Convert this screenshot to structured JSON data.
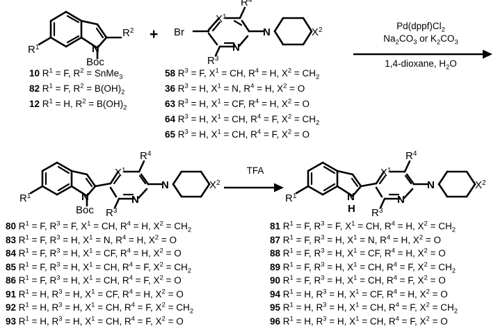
{
  "scheme": {
    "operator_plus": "+",
    "reagents_top": [
      "Pd(dppf)Cl",
      "2"
    ],
    "conditions": {
      "line1_a": "Pd(dppf)Cl",
      "line1_sub": "2",
      "line2": "Na2CO3 or K2CO3",
      "line3": "1,4-dioxane, H2O",
      "tfa": "TFA"
    }
  },
  "structures": {
    "indole_boc": {
      "label_r1": "R",
      "label_r1_sup": "1",
      "label_r2": "R",
      "label_r2_sup": "2",
      "label_n": "N",
      "label_boc": "Boc"
    },
    "bromo_heteroaryl": {
      "label_br": "Br",
      "label_x1": "X",
      "label_x1_sup": "1",
      "label_r3": "R",
      "label_r3_sup": "3",
      "label_r4": "R",
      "label_r4_sup": "4",
      "label_n_ring": "N",
      "label_n_amine": "N",
      "label_x2": "X",
      "label_x2_sup": "2"
    },
    "coupled_boc": {
      "label_r1": "R",
      "label_r1_sup": "1",
      "label_n": "N",
      "label_boc": "Boc",
      "label_x1": "X",
      "label_x1_sup": "1",
      "label_r3": "R",
      "label_r3_sup": "3",
      "label_r4": "R",
      "label_r4_sup": "4",
      "label_n_ring": "N",
      "label_n_amine": "N",
      "label_x2": "X",
      "label_x2_sup": "2"
    },
    "product_nh": {
      "label_r1": "R",
      "label_r1_sup": "1",
      "label_n": "N",
      "label_h": "H",
      "label_x1": "X",
      "label_x1_sup": "1",
      "label_r3": "R",
      "label_r3_sup": "3",
      "label_r4": "R",
      "label_r4_sup": "4",
      "label_n_ring": "N",
      "label_n_amine": "N",
      "label_x2": "X",
      "label_x2_sup": "2"
    }
  },
  "lists": {
    "indole_reagents": [
      {
        "id": "10",
        "text": "R<sup>1</sup> = F, R<sup>2</sup> = SnMe<sub>3</sub>"
      },
      {
        "id": "82",
        "text": "R<sup>1</sup> = F, R<sup>2</sup> = B(OH)<sub>2</sub>"
      },
      {
        "id": "12",
        "text": "R<sup>1</sup> = H, R<sup>2</sup> = B(OH)<sub>2</sub>"
      }
    ],
    "halide_reagents": [
      {
        "id": "58",
        "text": "R<sup>3</sup> = F, X<sup>1</sup> = CH, R<sup>4</sup> = H, X<sup>2</sup> = CH<sub>2</sub>"
      },
      {
        "id": "36",
        "text": "R<sup>3</sup> = H, X<sup>1</sup> = N, R<sup>4</sup> = H, X<sup>2</sup> = O"
      },
      {
        "id": "63",
        "text": "R<sup>3</sup> = H, X<sup>1</sup> = CF, R<sup>4</sup> = H, X<sup>2</sup> = O"
      },
      {
        "id": "64",
        "text": "R<sup>3</sup> = H, X<sup>1</sup> = CH, R<sup>4</sup> = F, X<sup>2</sup> = CH<sub>2</sub>"
      },
      {
        "id": "65",
        "text": "R<sup>3</sup> = H, X<sup>1</sup> = CH, R<sup>4</sup> = F, X<sup>2</sup> = O"
      }
    ],
    "boc_intermediates": [
      {
        "id": "80",
        "text": "R<sup>1</sup> = F, R<sup>3</sup> = F, X<sup>1</sup> = CH, R<sup>4</sup> = H, X<sup>2</sup> = CH<sub>2</sub>"
      },
      {
        "id": "83",
        "text": "R<sup>1</sup> = F, R<sup>3</sup> = H, X<sup>1</sup> = N, R<sup>4</sup> = H, X<sup>2</sup> = O"
      },
      {
        "id": "84",
        "text": "R<sup>1</sup> = F, R<sup>3</sup> = H, X<sup>1</sup> = CF, R<sup>4</sup> = H, X<sup>2</sup> = O"
      },
      {
        "id": "85",
        "text": "R<sup>1</sup> = F, R<sup>3</sup> = H, X<sup>1</sup> = CH, R<sup>4</sup> = F, X<sup>2</sup> = CH<sub>2</sub>"
      },
      {
        "id": "86",
        "text": "R<sup>1</sup> = F, R<sup>3</sup> = H, X<sup>1</sup> = CH, R<sup>4</sup> = F, X<sup>2</sup> = O"
      },
      {
        "id": "91",
        "text": "R<sup>1</sup> = H, R<sup>3</sup> = H, X<sup>1</sup> = CF, R<sup>4</sup> = H, X<sup>2</sup> = O"
      },
      {
        "id": "92",
        "text": "R<sup>1</sup> = H, R<sup>3</sup> = H, X<sup>1</sup> = CH, R<sup>4</sup> = F, X<sup>2</sup> = CH<sub>2</sub>"
      },
      {
        "id": "93",
        "text": "R<sup>1</sup> = H, R<sup>3</sup> = H, X<sup>1</sup> = CH, R<sup>4</sup> = F, X<sup>2</sup> = O"
      }
    ],
    "final_products": [
      {
        "id": "81",
        "text": "R<sup>1</sup> = F, R<sup>3</sup> = F, X<sup>1</sup> = CH, R<sup>4</sup> = H, X<sup>2</sup> = CH<sub>2</sub>"
      },
      {
        "id": "87",
        "text": "R<sup>1</sup> = F, R<sup>3</sup> = H, X<sup>1</sup> = N, R<sup>4</sup> = H, X<sup>2</sup> = O"
      },
      {
        "id": "88",
        "text": "R<sup>1</sup> = F, R<sup>3</sup> = H, X<sup>1</sup> = CF, R<sup>4</sup> = H, X<sup>2</sup> = O"
      },
      {
        "id": "89",
        "text": "R<sup>1</sup> = F, R<sup>3</sup> = H, X<sup>1</sup> = CH, R<sup>4</sup> = F, X<sup>2</sup> = CH<sub>2</sub>"
      },
      {
        "id": "90",
        "text": "R<sup>1</sup> = F, R<sup>3</sup> = H, X<sup>1</sup> = CH, R<sup>4</sup> = F, X<sup>2</sup> = O"
      },
      {
        "id": "94",
        "text": "R<sup>1</sup> = H, R<sup>3</sup> = H, X<sup>1</sup> = CF, R<sup>4</sup> = H, X<sup>2</sup> = O"
      },
      {
        "id": "95",
        "text": "R<sup>1</sup> = H, R<sup>3</sup> = H, X<sup>1</sup> = CH, R<sup>4</sup> = F, X<sup>2</sup> = CH<sub>2</sub>"
      },
      {
        "id": "96",
        "text": "R<sup>1</sup> = H, R<sup>3</sup> = H, X<sup>1</sup> = CH, R<sup>4</sup> = F, X<sup>2</sup> = O"
      }
    ]
  }
}
